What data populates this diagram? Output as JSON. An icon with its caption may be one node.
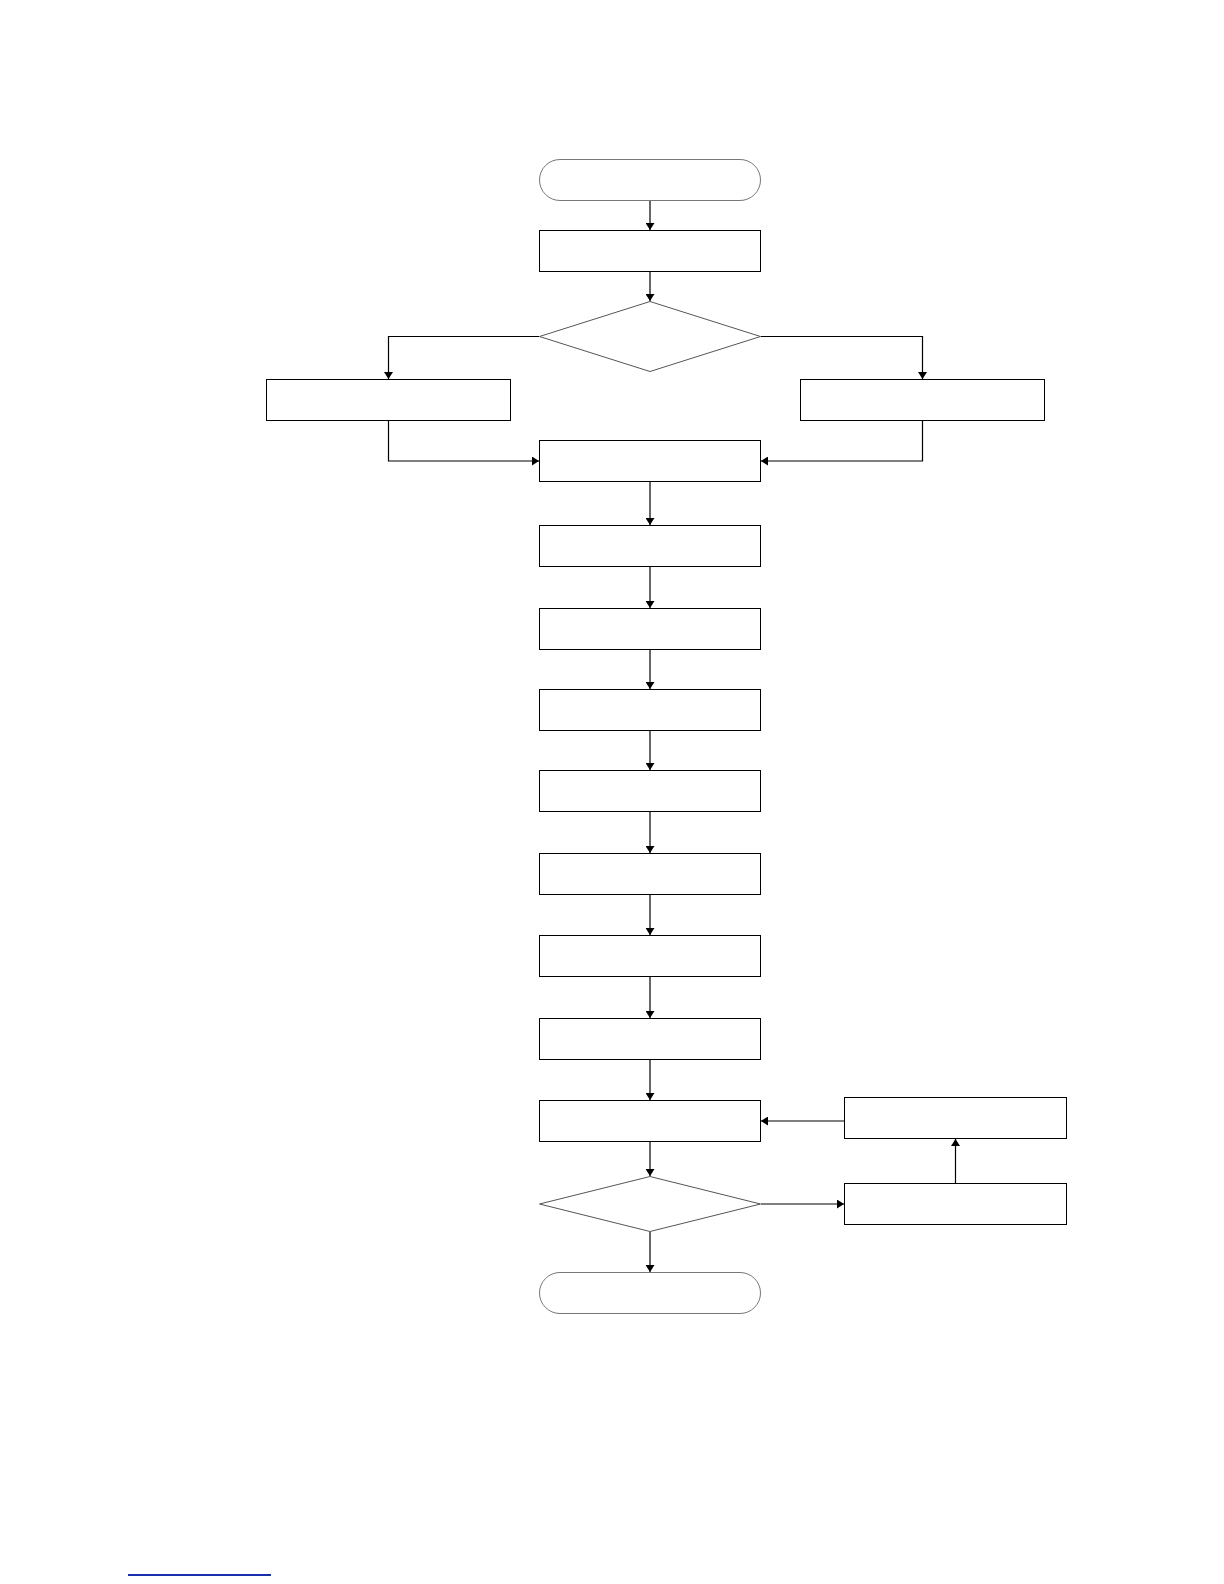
{
  "diagram": {
    "nodes": [
      {
        "text": [],
        "shape": "pill"
      },
      {
        "text": [],
        "shape": "box"
      },
      {
        "text": [],
        "shape": "diamond"
      },
      {
        "text": [],
        "shape": "box"
      },
      {
        "text": [],
        "shape": "box"
      },
      {
        "text": [],
        "shape": "box"
      },
      {
        "text": [],
        "shape": "box"
      },
      {
        "text": [],
        "shape": "box"
      },
      {
        "text": [],
        "shape": "box"
      },
      {
        "text": [],
        "shape": "box"
      },
      {
        "text": [],
        "shape": "box"
      },
      {
        "text": [],
        "shape": "box"
      },
      {
        "text": [],
        "shape": "box"
      },
      {
        "text": [],
        "shape": "box"
      },
      {
        "text": [],
        "shape": "diamond"
      },
      {
        "text": [],
        "shape": "pill"
      },
      {
        "text": [],
        "shape": "box"
      },
      {
        "text": [],
        "shape": "box"
      }
    ],
    "edges": [
      {
        "from": 0,
        "to": 1,
        "arrow": "to"
      },
      {
        "from": 1,
        "to": 2,
        "arrow": "to"
      },
      {
        "from": 2,
        "to": 3,
        "arrow": "to"
      },
      {
        "from": 2,
        "to": 4,
        "arrow": "to"
      },
      {
        "from": 3,
        "to": 5,
        "arrow": "to"
      },
      {
        "from": 4,
        "to": 5,
        "arrow": "to"
      },
      {
        "from": 5,
        "to": 6,
        "arrow": "to"
      },
      {
        "from": 6,
        "to": 7,
        "arrow": "to"
      },
      {
        "from": 7,
        "to": 8,
        "arrow": "to"
      },
      {
        "from": 8,
        "to": 9,
        "arrow": "to"
      },
      {
        "from": 9,
        "to": 10,
        "arrow": "to"
      },
      {
        "from": 10,
        "to": 11,
        "arrow": "to"
      },
      {
        "from": 11,
        "to": 12,
        "arrow": "to"
      },
      {
        "from": 12,
        "to": 13,
        "arrow": "to"
      },
      {
        "from": 13,
        "to": 14,
        "arrow": "to"
      },
      {
        "from": 14,
        "to": 15,
        "arrow": "to"
      },
      {
        "from": 14,
        "to": 17,
        "arrow": "to"
      },
      {
        "from": 17,
        "to": 16,
        "arrow": "to"
      },
      {
        "from": 16,
        "to": 13,
        "arrow": "to"
      }
    ]
  }
}
